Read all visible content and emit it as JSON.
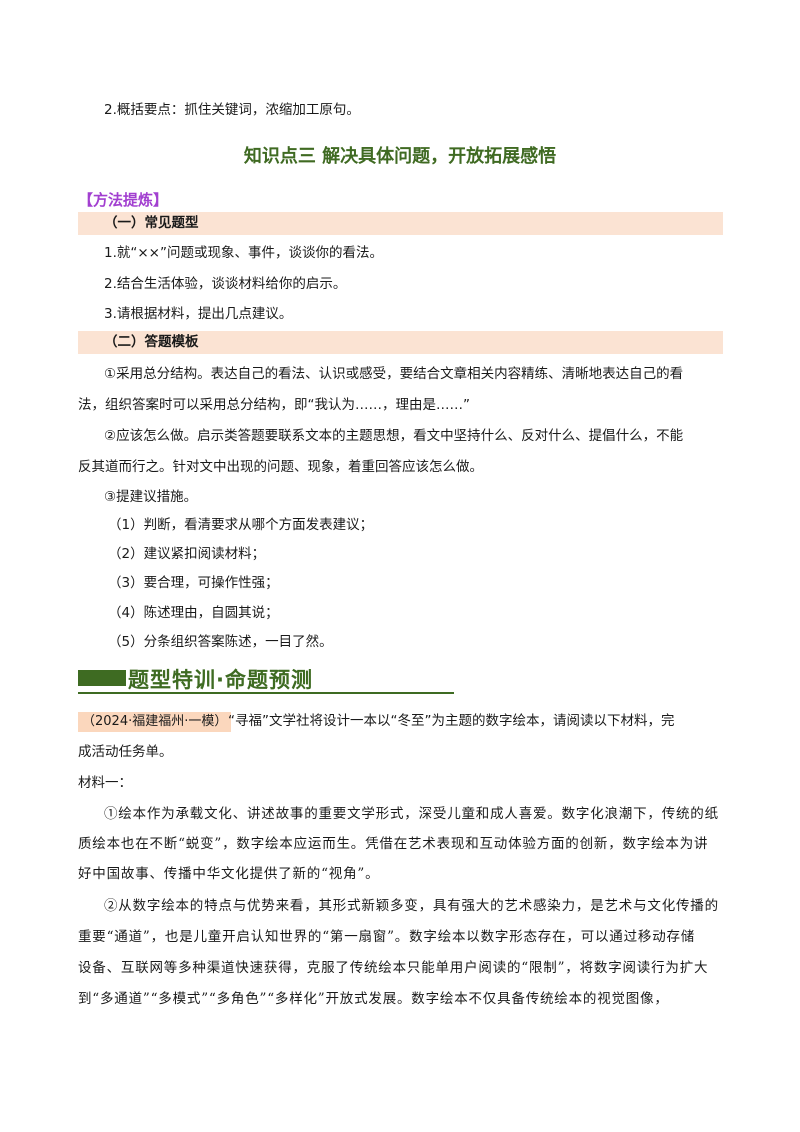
{
  "prev_point": "2.概括要点：抓住关键词，浓缩加工原句。",
  "knowledge_title": "知识点三  解决具体问题，开放拓展感悟",
  "method_label": "【方法提炼】",
  "common_types": {
    "heading": "（一）常见题型",
    "items": [
      "1.就“××”问题或现象、事件，谈谈你的看法。",
      "2.结合生活体验，谈谈材料给你的启示。",
      "3.请根据材料，提出几点建议。"
    ]
  },
  "template": {
    "heading": "（二）答题模板",
    "lines": [
      "①采用总分结构。表达自己的看法、认识或感受，要结合文章相关内容精练、清晰地表达自己的看",
      "法，组织答案时可以采用总分结构，即“我认为……，理由是……”",
      "②应该怎么做。启示类答题要联系文本的主题思想，看文中坚持什么、反对什么、提倡什么，不能",
      "反其道而行之。针对文中出现的问题、现象，着重回答应该怎么做。",
      "③提建议措施。"
    ],
    "steps": [
      "（1）判断，看清要求从哪个方面发表建议；",
      "（2）建议紧扣阅读材料；",
      "（3）要合理，可操作性强；",
      "（4）陈述理由，自圆其说；",
      "（5）分条组织答案陈述，一目了然。"
    ]
  },
  "section_title": "题型特训·命题预测",
  "question": {
    "source": "（2024·福建福州·一模）",
    "intro_1": "“寻福”文学社将设计一本以“冬至”为主题的数字绘本，请阅读以下材料，完",
    "intro_2": "成活动任务单。",
    "material_label": "材料一："
  },
  "material_lines": [
    "①绘本作为承载文化、讲述故事的重要文学形式，深受儿童和成人喜爱。数字化浪潮下，传统的纸",
    "质绘本也在不断“蜕变”，数字绘本应运而生。凭借在艺术表现和互动体验方面的创新，数字绘本为讲",
    "好中国故事、传播中华文化提供了新的“视角”。",
    "②从数字绘本的特点与优势来看，其形式新颖多变，具有强大的艺术感染力，是艺术与文化传播的",
    "重要“通道”，也是儿童开启认知世界的“第一扇窗”。数字绘本以数字形态存在，可以通过移动存储",
    "设备、互联网等多种渠道快速获得，克服了传统绘本只能单用户阅读的“限制”，将数字阅读行为扩大",
    "到“多通道”“多模式”“多角色”“多样化”开放式发展。数字绘本不仅具备传统绘本的视觉图像，"
  ],
  "colors": {
    "title_green": "#3f6a22",
    "method_purple": "#a23fd0",
    "band_peach": "#fbe3d3",
    "source_peach": "#fbd7bd"
  }
}
